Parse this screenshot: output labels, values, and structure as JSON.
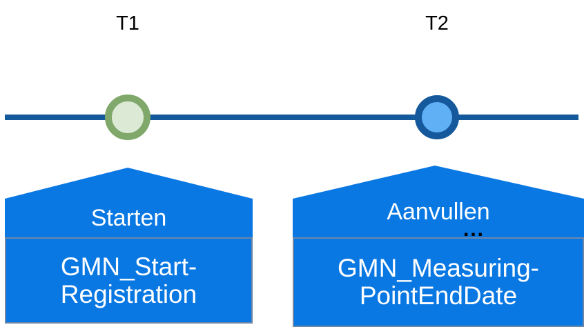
{
  "diagram": {
    "type": "timeline",
    "background_color": "#ffffff",
    "timeline": {
      "color": "#13599C",
      "orientation": "horizontal"
    },
    "markers": [
      {
        "id": "t1",
        "label": "T1",
        "ring_color": "#7FA86A",
        "fill_color": "#DCE9D5"
      },
      {
        "id": "t2",
        "label": "T2",
        "ring_color": "#15599C",
        "fill_color": "#5FB0F5"
      }
    ],
    "events": [
      {
        "id": "start",
        "banner_label": "Starten",
        "banner_ellipsis": "",
        "message": "GMN_Start-Registration",
        "fill_color": "#0A78E3",
        "border_color": "#6E86A8",
        "text_color": "#ffffff"
      },
      {
        "id": "supplement",
        "banner_label": "Aanvullen",
        "banner_ellipsis": "...",
        "message": "GMN_Measuring-PointEndDate",
        "fill_color": "#0A78E3",
        "border_color": "#6E86A8",
        "text_color": "#ffffff"
      }
    ]
  }
}
